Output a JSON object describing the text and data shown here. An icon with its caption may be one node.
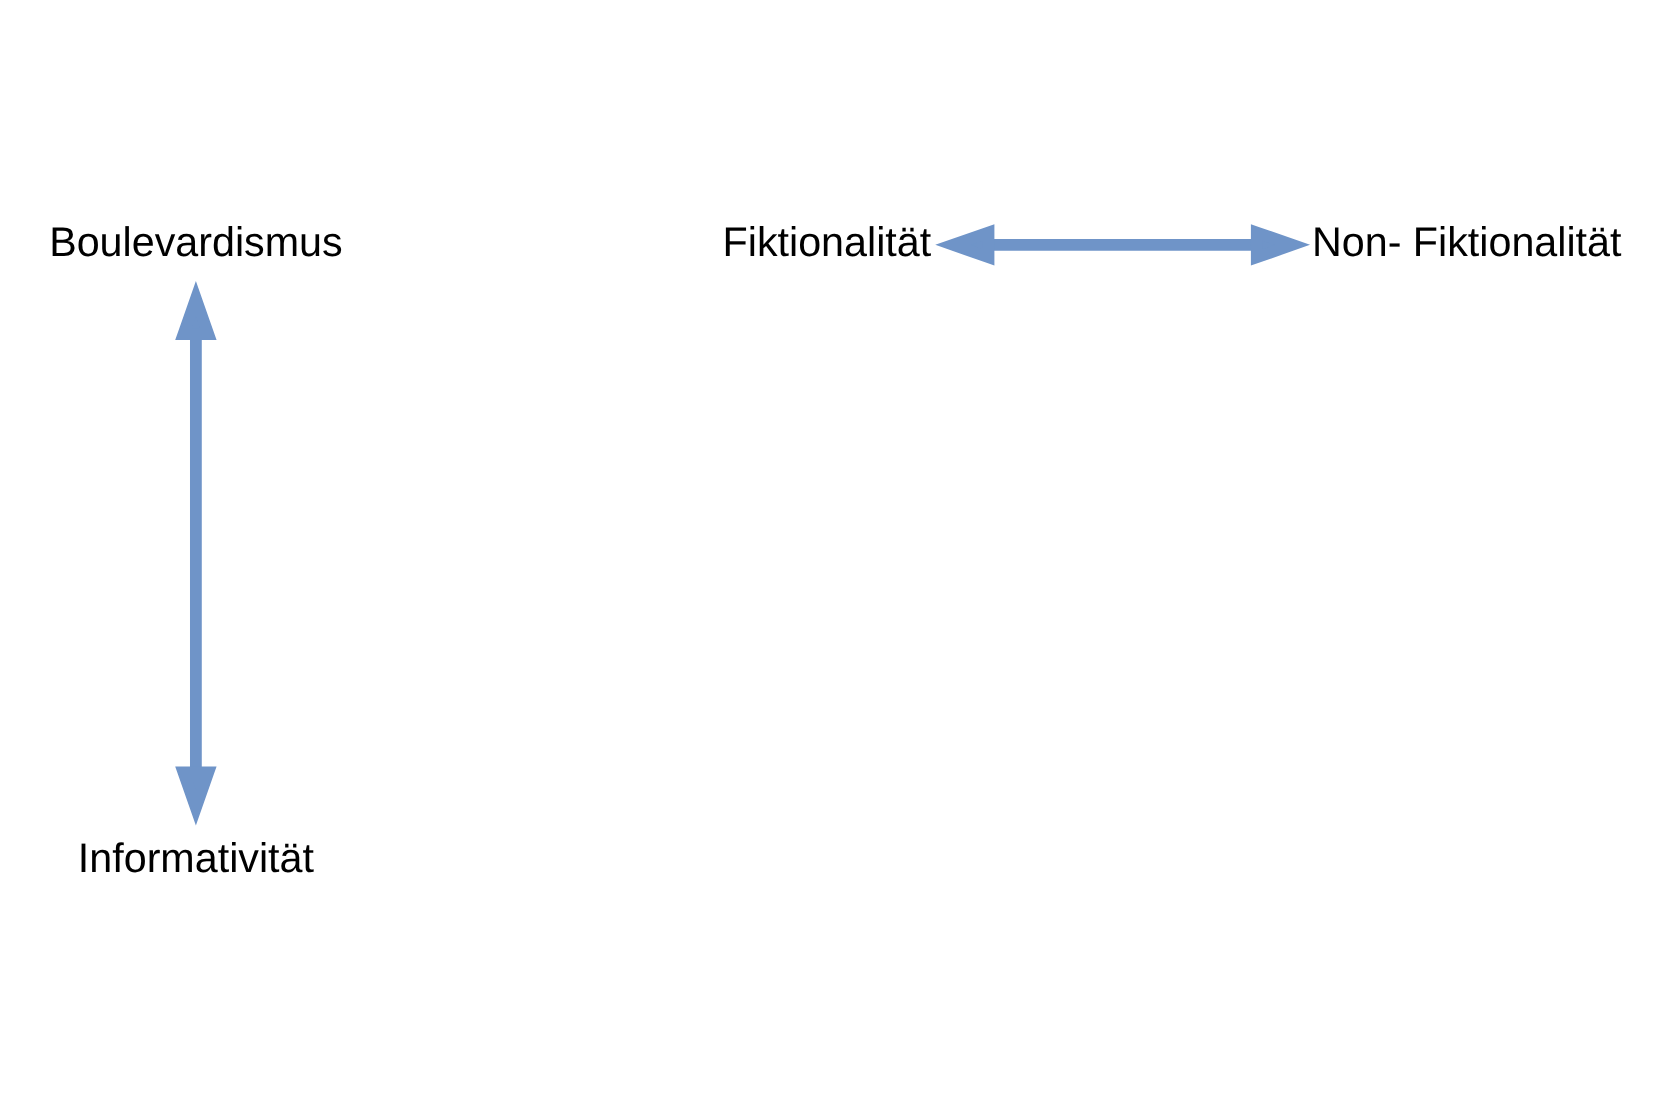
{
  "diagram": {
    "nodes": [
      {
        "text": [
          "Boulevardismus"
        ]
      },
      {
        "text": [
          "Fiktionalität"
        ]
      },
      {
        "text": [
          "Non- Fiktionalität"
        ]
      },
      {
        "text": [
          "Informativität"
        ]
      }
    ],
    "edges": [
      {
        "from": 0,
        "to": 3,
        "arrow": "both"
      },
      {
        "from": 1,
        "to": 2,
        "arrow": "both"
      }
    ]
  }
}
